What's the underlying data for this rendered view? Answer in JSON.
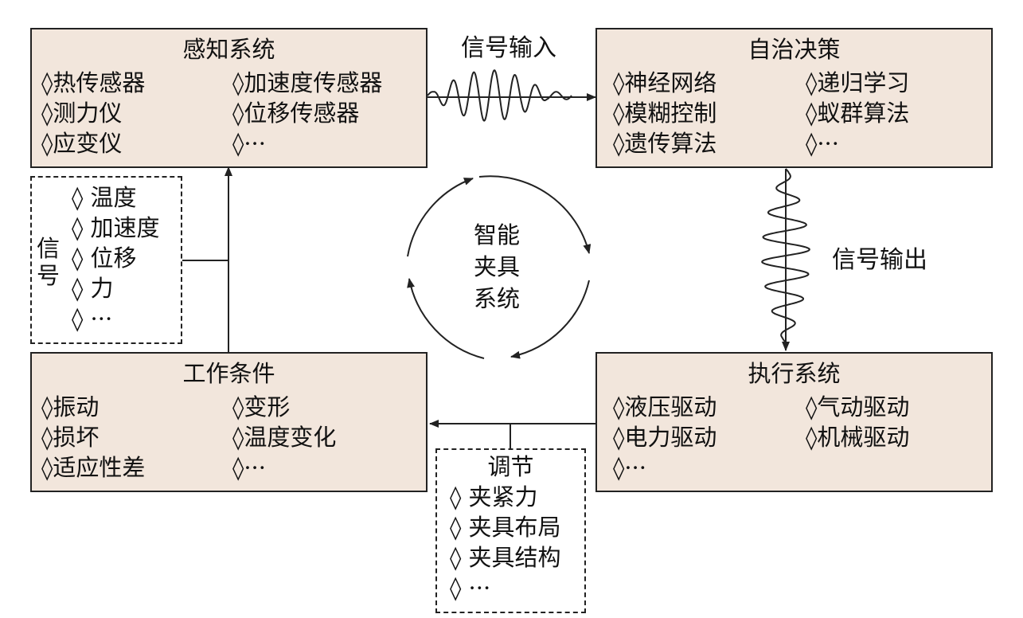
{
  "perception": {
    "title": "感知系统",
    "items": [
      "◊热传感器",
      "◊加速度传感器",
      "◊测力仪",
      "◊位移传感器",
      "◊应变仪",
      "◊···"
    ]
  },
  "decision": {
    "title": "自治决策",
    "items": [
      "◊神经网络",
      "◊递归学习",
      "◊模糊控制",
      "◊蚁群算法",
      "◊遗传算法",
      "◊···"
    ]
  },
  "work": {
    "title": "工作条件",
    "items": [
      "◊振动",
      "◊变形",
      "◊损坏",
      "◊温度变化",
      "◊适应性差",
      "◊···"
    ]
  },
  "execution": {
    "title": "执行系统",
    "items": [
      "◊液压驱动",
      "◊气动驱动",
      "◊电力驱动",
      "◊机械驱动",
      "◊···"
    ]
  },
  "signal_box": {
    "label": [
      "信",
      "号"
    ],
    "items": [
      "◊ 温度",
      "◊ 加速度",
      "◊ 位移",
      "◊ 力",
      "◊ ···"
    ]
  },
  "adjust_box": {
    "title": "调节",
    "items": [
      "◊ 夹紧力",
      "◊ 夹具布局",
      "◊ 夹具结构",
      "◊ ···"
    ]
  },
  "center": {
    "lines": [
      "智能",
      "夹具",
      "系统"
    ]
  },
  "signal_input": "信号输入",
  "signal_output": "信号输出"
}
